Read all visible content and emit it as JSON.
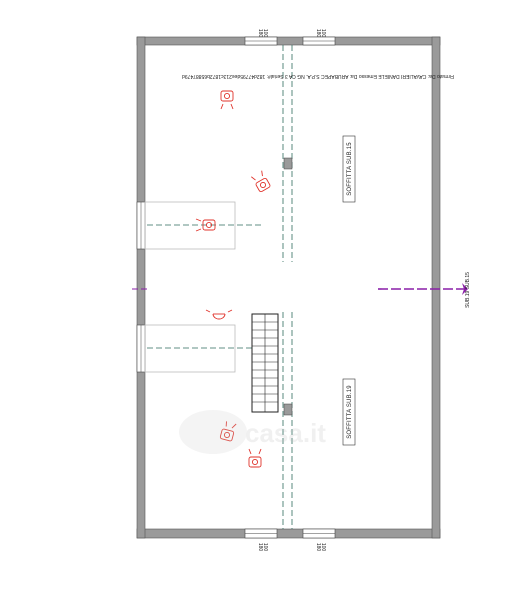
{
  "header_note": "Firmato Da: CAVALIERI DANIELE Emesso Da: ARUBAPEC S.P.A. NG CA 3 Serial#: 182d47795dee213c1872b65887479d",
  "rooms": [
    {
      "label": "SOFFITTA  SUB.15"
    },
    {
      "label": "SOFFITTA  SUB.19"
    }
  ],
  "section_ref": "SUB.19    SUB.15",
  "window_marks": {
    "top_left": [
      "180",
      "100"
    ],
    "top_right": [
      "180",
      "100"
    ],
    "bottom_left": [
      "180",
      "100"
    ],
    "bottom_right": [
      "180",
      "100"
    ]
  },
  "watermark": "casa.it",
  "colors": {
    "wall": "#9a9a9a",
    "axis": "#2f6b5e",
    "camera": "#e0332b",
    "section": "#8a1fa8",
    "room_box": "#333333"
  },
  "icons": {
    "camera": "camera-icon",
    "stair": "staircase",
    "section": "section-line"
  }
}
